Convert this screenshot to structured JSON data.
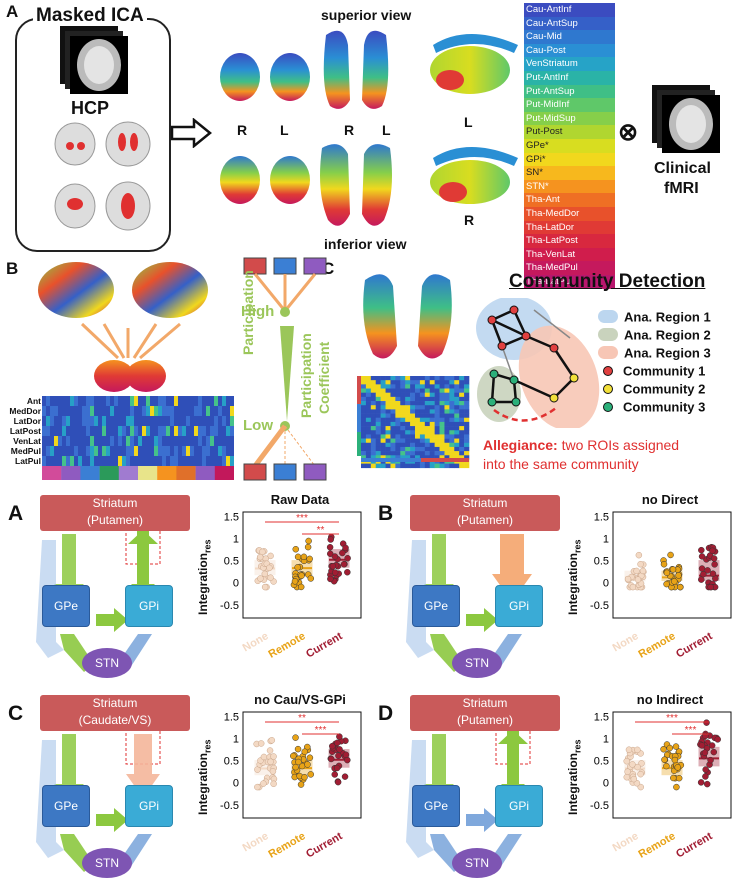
{
  "top": {
    "panel_letter_a": "A",
    "masked_ica": "Masked ICA",
    "hcp": "HCP",
    "superior_view": "superior view",
    "inferior_view": "inferior view",
    "side_labels": [
      "R",
      "L",
      "R",
      "L",
      "L",
      "R"
    ],
    "otimes": "⊗",
    "clinical_fmri_line1": "Clinical",
    "clinical_fmri_line2": "fMRI",
    "legend": [
      {
        "label": "Cau-AntInf",
        "color": "#3b4cc0"
      },
      {
        "label": "Cau-AntSup",
        "color": "#3560c8"
      },
      {
        "label": "Cau-Mid",
        "color": "#2f78cf"
      },
      {
        "label": "Cau-Post",
        "color": "#2a8fd4"
      },
      {
        "label": "VenStriatum",
        "color": "#26a3c7"
      },
      {
        "label": "Put-AntInf",
        "color": "#2ab3a7"
      },
      {
        "label": "Put-AntSup",
        "color": "#3fbf86"
      },
      {
        "label": "Put-MidInf",
        "color": "#5fc869"
      },
      {
        "label": "Put-MidSup",
        "color": "#86cf4a"
      },
      {
        "label": "Put-Post",
        "color": "#b0d630"
      },
      {
        "label": "GPe*",
        "color": "#d8dd20"
      },
      {
        "label": "GPi*",
        "color": "#f1d81d"
      },
      {
        "label": "SN*",
        "color": "#f7b81d"
      },
      {
        "label": "STN*",
        "color": "#f5931f"
      },
      {
        "label": "Tha-Ant",
        "color": "#ef6f24"
      },
      {
        "label": "Tha-MedDor",
        "color": "#e8512b"
      },
      {
        "label": "Tha-LatDor",
        "color": "#e03a35"
      },
      {
        "label": "Tha-LatPost",
        "color": "#d8283f"
      },
      {
        "label": "Tha-VenLat",
        "color": "#d01d4c"
      },
      {
        "label": "Tha-MedPul",
        "color": "#c5195d"
      },
      {
        "label": "Tha-LatPul",
        "color": "#b8176e"
      }
    ]
  },
  "middle": {
    "panel_letter_b": "B",
    "panel_letter_c": "C",
    "rows": [
      "Ant",
      "MedDor",
      "LatDor",
      "LatPost",
      "VenLat",
      "MedPul",
      "LatPul"
    ],
    "high": "High",
    "low": "Low",
    "participation_line1": "Participation",
    "participation_line2": "Coefficient",
    "community_detection": "Community Detection",
    "legend": [
      {
        "label": "Ana. Region 1",
        "color": "#bcd6ef"
      },
      {
        "label": "Ana. Region 2",
        "color": "#c9d3bd"
      },
      {
        "label": "Ana. Region 3",
        "color": "#f7c6b5"
      },
      {
        "label": "Community 1",
        "color": "#e04040"
      },
      {
        "label": "Community 2",
        "color": "#f2e03a"
      },
      {
        "label": "Community 3",
        "color": "#2bb07a"
      }
    ],
    "allegiance_bold": "Allegiance:",
    "allegiance_line1": " two ROIs assigned",
    "allegiance_line2": "into the same community"
  },
  "bottom_panels": [
    {
      "letter": "A",
      "striatum_line1": "Striatum",
      "striatum_line2": "(Putamen)",
      "title": "Raw Data"
    },
    {
      "letter": "B",
      "striatum_line1": "Striatum",
      "striatum_line2": "(Putamen)",
      "title": "no Direct"
    },
    {
      "letter": "C",
      "striatum_line1": "Striatum",
      "striatum_line2": "(Caudate/VS)",
      "title": "no Cau/VS-GPi"
    },
    {
      "letter": "D",
      "striatum_line1": "Striatum",
      "striatum_line2": "(Putamen)",
      "title": "no Indirect"
    }
  ],
  "circuit": {
    "gpe": "GPe",
    "gpi": "GPi",
    "stn": "STN"
  },
  "chart_common": {
    "ylabel": "Integration",
    "ylabel_sub": "res",
    "y_ticks": [
      "1.5",
      "1",
      "0.5",
      "0",
      "-0.5"
    ],
    "categories": [
      "None",
      "Remote",
      "Current"
    ],
    "category_colors": [
      "#f3d9c4",
      "#e8a317",
      "#a11d33"
    ]
  },
  "chart_data": [
    {
      "type": "scatter",
      "title": "Raw Data",
      "ylim": [
        -0.8,
        1.6
      ],
      "categories": [
        "None",
        "Remote",
        "Current"
      ],
      "medians": [
        0.32,
        0.33,
        0.52
      ],
      "q1": [
        0.18,
        0.18,
        0.35
      ],
      "q3": [
        0.5,
        0.5,
        0.75
      ],
      "sig": [
        {
          "from": 0,
          "to": 2,
          "label": "***"
        },
        {
          "from": 1,
          "to": 2,
          "label": "**"
        }
      ]
    },
    {
      "type": "scatter",
      "title": "no Direct",
      "ylim": [
        -0.8,
        1.6
      ],
      "categories": [
        "None",
        "Remote",
        "Current"
      ],
      "medians": [
        0.12,
        0.12,
        0.16
      ],
      "q1": [
        0.04,
        0.05,
        0.05
      ],
      "q3": [
        0.26,
        0.26,
        0.5
      ],
      "sig": []
    },
    {
      "type": "scatter",
      "title": "no Cau/VS-GPi",
      "ylim": [
        -0.8,
        1.6
      ],
      "categories": [
        "None",
        "Remote",
        "Current"
      ],
      "medians": [
        0.32,
        0.33,
        0.52
      ],
      "q1": [
        0.18,
        0.18,
        0.35
      ],
      "q3": [
        0.5,
        0.5,
        0.75
      ],
      "sig": [
        {
          "from": 0,
          "to": 2,
          "label": "**"
        },
        {
          "from": 1,
          "to": 2,
          "label": "***"
        }
      ]
    },
    {
      "type": "scatter",
      "title": "no Indirect",
      "ylim": [
        -0.8,
        1.6
      ],
      "categories": [
        "None",
        "Remote",
        "Current"
      ],
      "medians": [
        0.32,
        0.33,
        0.55
      ],
      "q1": [
        0.18,
        0.18,
        0.38
      ],
      "q3": [
        0.5,
        0.5,
        0.8
      ],
      "sig": [
        {
          "from": 0,
          "to": 2,
          "label": "***"
        },
        {
          "from": 1,
          "to": 2,
          "label": "***"
        }
      ]
    }
  ]
}
